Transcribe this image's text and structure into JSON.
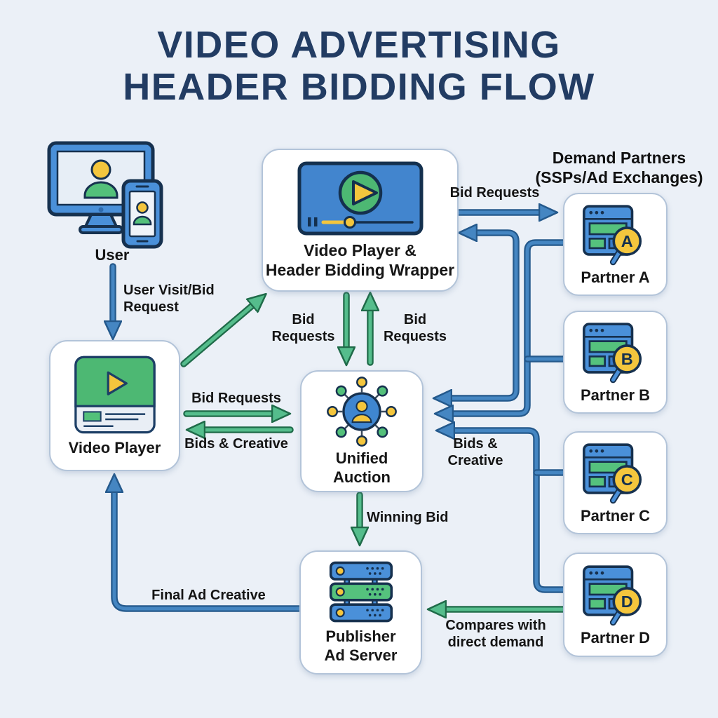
{
  "title": {
    "line1": "VIDEO ADVERTISING",
    "line2": "HEADER BIDDING FLOW"
  },
  "colors": {
    "background": "#ebf0f7",
    "title_navy": "#223c63",
    "arrow_blue": "#4586c2",
    "arrow_blue_outline": "#24598c",
    "arrow_green": "#55bd8c",
    "arrow_green_outline": "#1f6b49",
    "icon_blue": "#4a90d9",
    "icon_blue_dark": "#3a7bc8",
    "icon_green": "#53c07a",
    "icon_yellow": "#f4c63d",
    "icon_outline": "#16314f",
    "box_fill": "#ffffff",
    "box_border": "#b3c4d9"
  },
  "nodes": {
    "user": {
      "label": "User"
    },
    "wrapper": {
      "label1": "Video Player &",
      "label2": "Header Bidding Wrapper"
    },
    "video_player": {
      "label": "Video Player"
    },
    "unified_auction": {
      "label1": "Unified",
      "label2": "Auction"
    },
    "publisher_ad_server": {
      "label1": "Publisher",
      "label2": "Ad Server"
    },
    "demand_partners_heading": {
      "line1": "Demand Partners",
      "line2": "(SSPs/Ad Exchanges)"
    }
  },
  "partners": [
    {
      "label": "Partner A",
      "letter": "A"
    },
    {
      "label": "Partner B",
      "letter": "B"
    },
    {
      "label": "Partner C",
      "letter": "C"
    },
    {
      "label": "Partner D",
      "letter": "D"
    }
  ],
  "edges": {
    "user_visit": {
      "line1": "User Visit/Bid",
      "line2": "Request"
    },
    "wrapper_down": {
      "line1": "Bid",
      "line2": "Requests"
    },
    "wrapper_up": {
      "line1": "Bid",
      "line2": "Requests"
    },
    "vp_to_auction": {
      "label": "Bid Requests"
    },
    "auction_to_vp": {
      "label": "Bids & Creative"
    },
    "wrapper_to_partners": {
      "label": "Bid Requests"
    },
    "partners_to_auction": {
      "line1": "Bids &",
      "line2": "Creative"
    },
    "winning_bid": {
      "label": "Winning Bid"
    },
    "compares": {
      "line1": "Compares with",
      "line2": "direct demand"
    },
    "final_ad": {
      "label": "Final Ad Creative"
    }
  }
}
